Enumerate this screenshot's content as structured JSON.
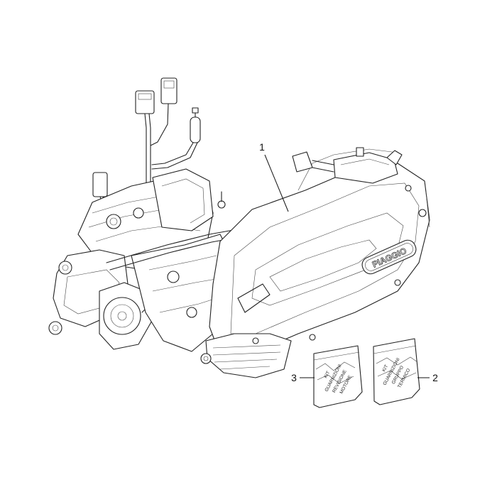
{
  "diagram": {
    "brand_logo_text": "PIAGGIO",
    "callouts": [
      {
        "id": "1",
        "label": "1"
      },
      {
        "id": "2",
        "label": "2"
      },
      {
        "id": "3",
        "label": "3"
      }
    ],
    "bag_left": {
      "lines": [
        "KIT",
        "GUARNIZIONI",
        "REVISIONE",
        "MOTORE"
      ]
    },
    "bag_right": {
      "lines": [
        "KIT",
        "GUARNIZIONI",
        "GRUPPO",
        "TERMICO"
      ]
    }
  }
}
